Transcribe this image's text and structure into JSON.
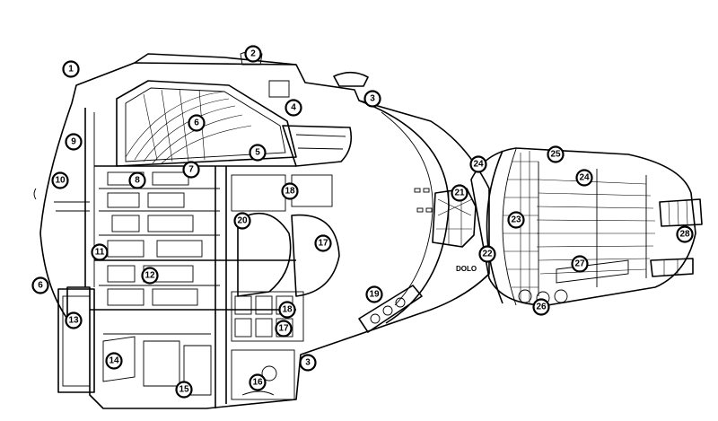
{
  "diagram": {
    "callouts": [
      {
        "id": "c1",
        "label": "1"
      },
      {
        "id": "c2",
        "label": "2"
      },
      {
        "id": "c3a",
        "label": "3"
      },
      {
        "id": "c3b",
        "label": "3"
      },
      {
        "id": "c4",
        "label": "4"
      },
      {
        "id": "c5",
        "label": "5"
      },
      {
        "id": "c6a",
        "label": "6"
      },
      {
        "id": "c6b",
        "label": "6"
      },
      {
        "id": "c7",
        "label": "7"
      },
      {
        "id": "c8",
        "label": "8"
      },
      {
        "id": "c9",
        "label": "9"
      },
      {
        "id": "c10",
        "label": "10"
      },
      {
        "id": "c11",
        "label": "11"
      },
      {
        "id": "c12",
        "label": "12"
      },
      {
        "id": "c13",
        "label": "13"
      },
      {
        "id": "c14",
        "label": "14"
      },
      {
        "id": "c15",
        "label": "15"
      },
      {
        "id": "c16",
        "label": "16"
      },
      {
        "id": "c17a",
        "label": "17"
      },
      {
        "id": "c17b",
        "label": "17"
      },
      {
        "id": "c18a",
        "label": "18"
      },
      {
        "id": "c18b",
        "label": "18"
      },
      {
        "id": "c19",
        "label": "19"
      },
      {
        "id": "c20",
        "label": "20"
      },
      {
        "id": "c21",
        "label": "21"
      },
      {
        "id": "c22",
        "label": "22"
      },
      {
        "id": "c23",
        "label": "23"
      },
      {
        "id": "c24a",
        "label": "24"
      },
      {
        "id": "c24b",
        "label": "24"
      },
      {
        "id": "c25",
        "label": "25"
      },
      {
        "id": "c26",
        "label": "26"
      },
      {
        "id": "c27",
        "label": "27"
      },
      {
        "id": "c28",
        "label": "28"
      }
    ],
    "hull_text": "DOLO"
  }
}
